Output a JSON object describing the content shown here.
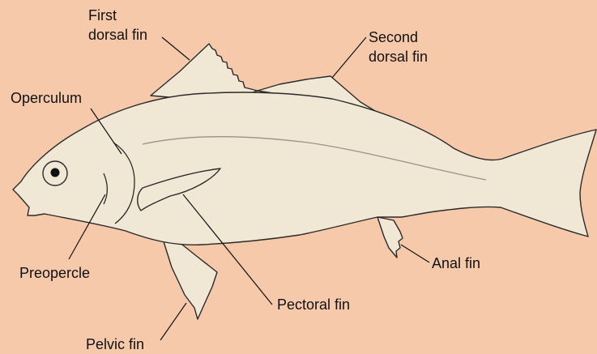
{
  "colors": {
    "background": "#f6c9ab",
    "body": "#f1e7d5",
    "outline": "#2a2a2a",
    "label_text": "#111111"
  },
  "labels": {
    "first_dorsal_fin": [
      "First",
      "dorsal fin"
    ],
    "second_dorsal_fin": [
      "Second",
      "dorsal fin"
    ],
    "operculum": "Operculum",
    "preopercle": "Preopercle",
    "pelvic_fin": "Pelvic fin",
    "pectoral_fin": "Pectoral fin",
    "anal_fin": "Anal fin"
  }
}
